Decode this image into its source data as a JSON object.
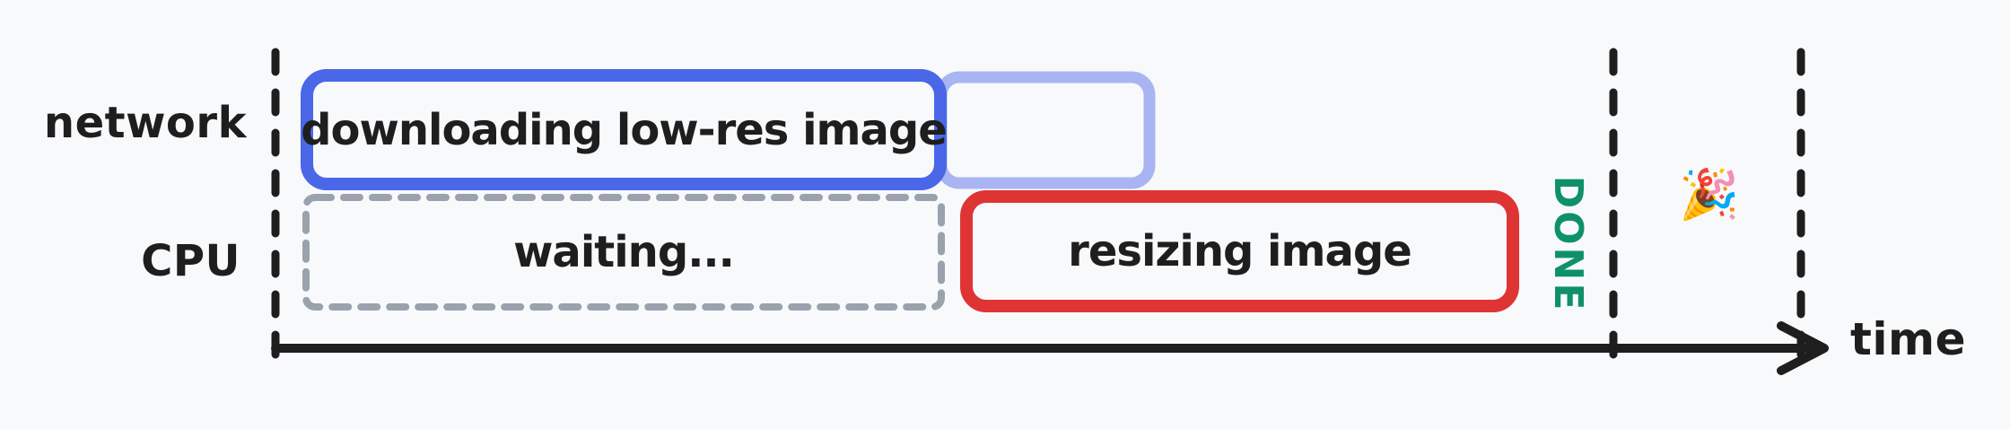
{
  "rows": {
    "network": "network",
    "cpu": "CPU"
  },
  "boxes": {
    "downloading": "downloading low-res image",
    "waiting": "waiting...",
    "resizing": "resizing image"
  },
  "done_label": "DONE",
  "celebration_emoji": "🎉",
  "axis_label": "time",
  "colors": {
    "background": "#f8f9fb",
    "ink": "#1e1e1e",
    "blue": "#4a67e8",
    "light_blue": "#a9b5f3",
    "red": "#df3434",
    "gray": "#9aa2ad",
    "green": "#0f9168"
  }
}
